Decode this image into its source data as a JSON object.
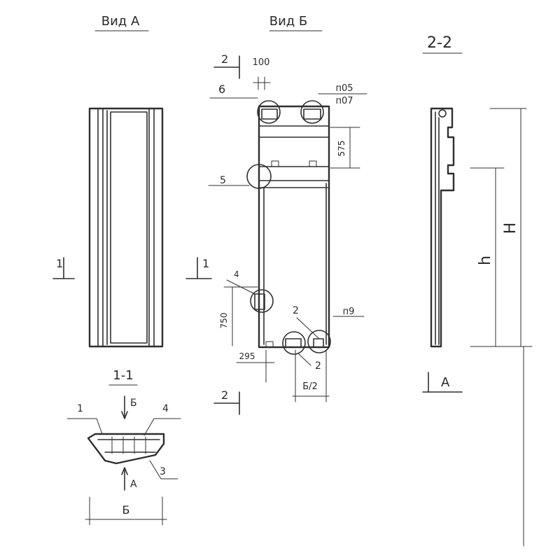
{
  "views": {
    "view_a": {
      "title": "Вид А"
    },
    "view_b": {
      "title": "Вид Б",
      "dim_100": "100",
      "dim_575": "575",
      "dim_750": "750",
      "dim_295": "295",
      "dim_b_half": "Б/2",
      "label_105": "п05",
      "label_107": "п07",
      "label_9": "п9",
      "callout_6": "6",
      "callout_5": "5",
      "callout_4": "4",
      "callout_2a": "2",
      "callout_2b": "2"
    },
    "section_22": {
      "title": "2-2",
      "dim_h": "h",
      "dim_H": "H",
      "arrow_a": "А"
    },
    "section_11": {
      "title": "1-1",
      "callout_1": "1",
      "callout_3": "3",
      "callout_4": "4",
      "arrow_b": "Б",
      "arrow_a": "А",
      "dim_b": "Б"
    }
  },
  "section_marks": {
    "mark_1_left": "1",
    "mark_1_mid": "1",
    "mark_2_top": "2",
    "mark_2_bottom": "2"
  }
}
